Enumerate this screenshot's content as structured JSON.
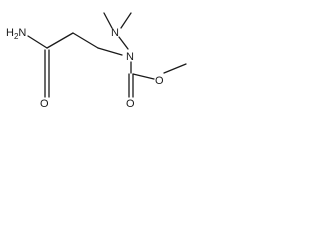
{
  "molecule": {
    "atom_labels": {
      "amine": "H2N",
      "amide_oxygen": "O",
      "hydrazine_n_upper": "N",
      "hydrazine_n_lower": "N",
      "carbonyl_oxygen": "O",
      "ester_oxygen": "O"
    }
  }
}
